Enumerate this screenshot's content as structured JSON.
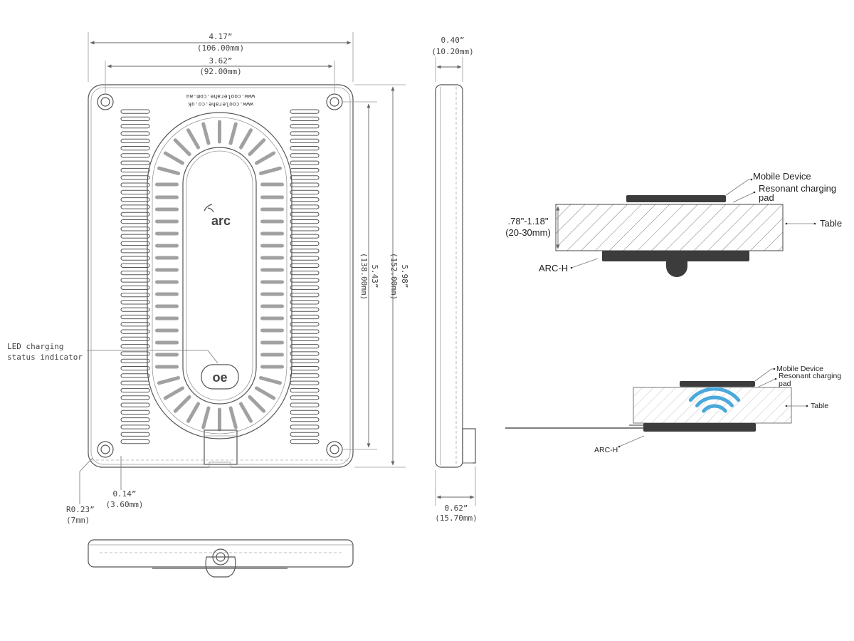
{
  "dimensions": {
    "overall_width": {
      "inch": "4.17”",
      "mm": "(106.00mm)"
    },
    "hole_spacing_width": {
      "inch": "3.62”",
      "mm": "(92.00mm)"
    },
    "overall_height": {
      "inch": "5.98”",
      "mm": "(152.00mm)"
    },
    "hole_spacing_height": {
      "inch": "5.43”",
      "mm": "(138.00mm)"
    },
    "thickness": {
      "inch": "0.40”",
      "mm": "(10.20mm)"
    },
    "thickness_with_cable": {
      "inch": "0.62”",
      "mm": "(15.70mm)"
    },
    "hole_diameter": {
      "inch": "0.14”",
      "mm": "(3.60mm)"
    },
    "corner_radius": {
      "inch": "R0.23”",
      "mm": "(7mm)"
    }
  },
  "labels": {
    "led_line1": "LED charging",
    "led_line2": "status indicator",
    "url_line1": "www.coolerahe.co.uk",
    "url_line2": "www.coolerahe.com.au",
    "logo_arc": "arc",
    "logo_oe": "oe"
  },
  "install_top": {
    "mobile_device": "Mobile Device",
    "pad_line1": "Resonant charging",
    "pad_line2": "pad",
    "table": "Table",
    "arc_h": "ARC-H",
    "thickness_inch": ".78\"-1.18\"",
    "thickness_mm": "(20-30mm)"
  },
  "install_bottom": {
    "mobile_device": "Mobile Device",
    "pad_line1": "Resonant charging",
    "pad_line2": "pad",
    "table": "Table",
    "arc_h": "ARC-H",
    "wave_color": "#4aa8dc"
  }
}
